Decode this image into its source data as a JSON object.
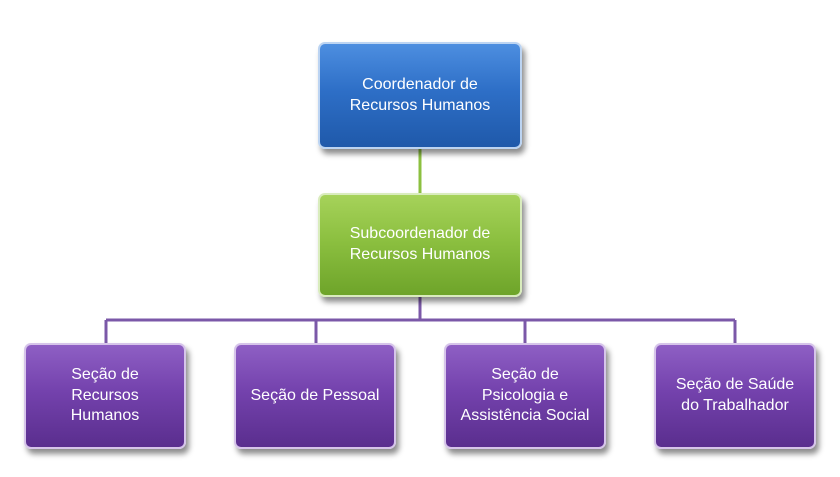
{
  "org_chart": {
    "root": {
      "label": "Coordenador de\nRecursos Humanos"
    },
    "sub": {
      "label": "Subcoordenador de\nRecursos Humanos"
    },
    "sections": [
      {
        "label": "Seção de\nRecursos\nHumanos"
      },
      {
        "label": "Seção de Pessoal"
      },
      {
        "label": "Seção de\nPsicologia e\nAssistência Social"
      },
      {
        "label": "Seção de Saúde\ndo Trabalhador"
      }
    ]
  },
  "colors": {
    "root": "#2e6fc7",
    "sub": "#8cc040",
    "sections": "#7442ad",
    "connector_root_sub": "#8cc040",
    "connector_sub_sections": "#7b58a8"
  }
}
